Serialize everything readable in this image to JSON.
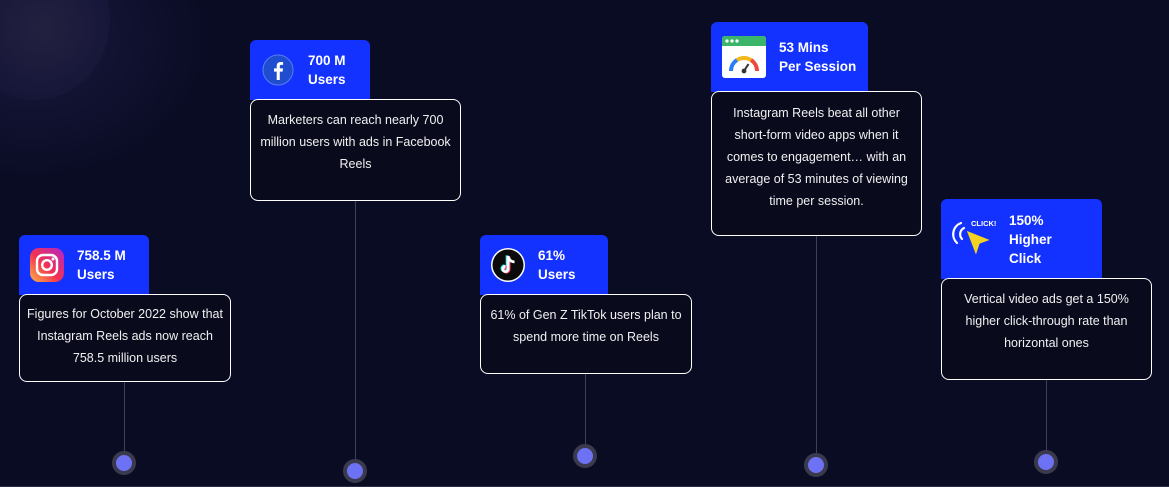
{
  "stats": [
    {
      "id": "instagram",
      "icon": "instagram-icon",
      "title": "758.5 M\nUsers",
      "text": "Figures for October 2022 show that Instagram Reels ads now reach 758.5 million users"
    },
    {
      "id": "facebook",
      "icon": "facebook-icon",
      "title": "700 M\nUsers",
      "text": "Marketers can reach nearly 700 million users with ads in Facebook Reels"
    },
    {
      "id": "tiktok",
      "icon": "tiktok-icon",
      "title": "61%\nUsers",
      "text": "61% of Gen Z TikTok users plan to spend more time on Reels"
    },
    {
      "id": "session",
      "icon": "speedometer-icon",
      "title": "53 Mins\nPer Session",
      "text": "Instagram Reels beat all other short-form video apps when it comes to engagement… with an average of 53 minutes of viewing time per session."
    },
    {
      "id": "click",
      "icon": "click-cursor-icon",
      "icon_text": "CLICK!",
      "title": "150%\nHigher\nClick",
      "text": "Vertical video ads get a 150% higher click-through rate than horizontal ones"
    }
  ],
  "colors": {
    "background": "#0a0c24",
    "tag": "#1432ff",
    "dot": "#6d72f5",
    "card_border": "#ffffff"
  }
}
